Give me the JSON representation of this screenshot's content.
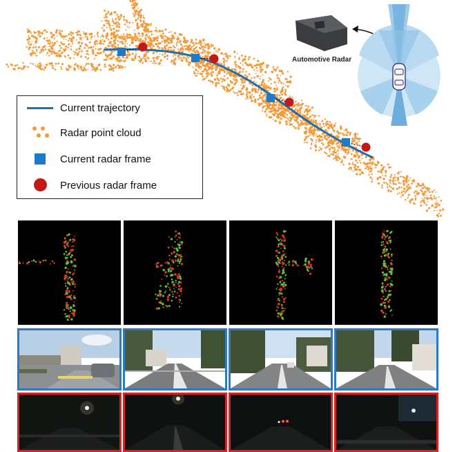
{
  "legend": {
    "items": [
      {
        "label": "Current trajectory",
        "symbol": "line-icon",
        "color": "#1f6eb0"
      },
      {
        "label": "Radar point cloud",
        "symbol": "dots-icon",
        "color": "#f49a3a"
      },
      {
        "label": "Current radar frame",
        "symbol": "square-icon",
        "color": "#1e79c8"
      },
      {
        "label": "Previous radar frame",
        "symbol": "circle-icon",
        "color": "#c41818"
      }
    ]
  },
  "device": {
    "label": "Automotive Radar"
  },
  "colors": {
    "point_cloud": "#f49a3a",
    "trajectory": "#1f6eb0",
    "current_frame": "#1e79c8",
    "previous_frame": "#c41818",
    "day_border": "#2b7bc4",
    "night_border": "#dc1f1f",
    "radar_green": "#58c43a",
    "radar_red": "#d83a22"
  },
  "rows": {
    "radar_frames": 4,
    "day_images": 4,
    "night_images": 4
  }
}
